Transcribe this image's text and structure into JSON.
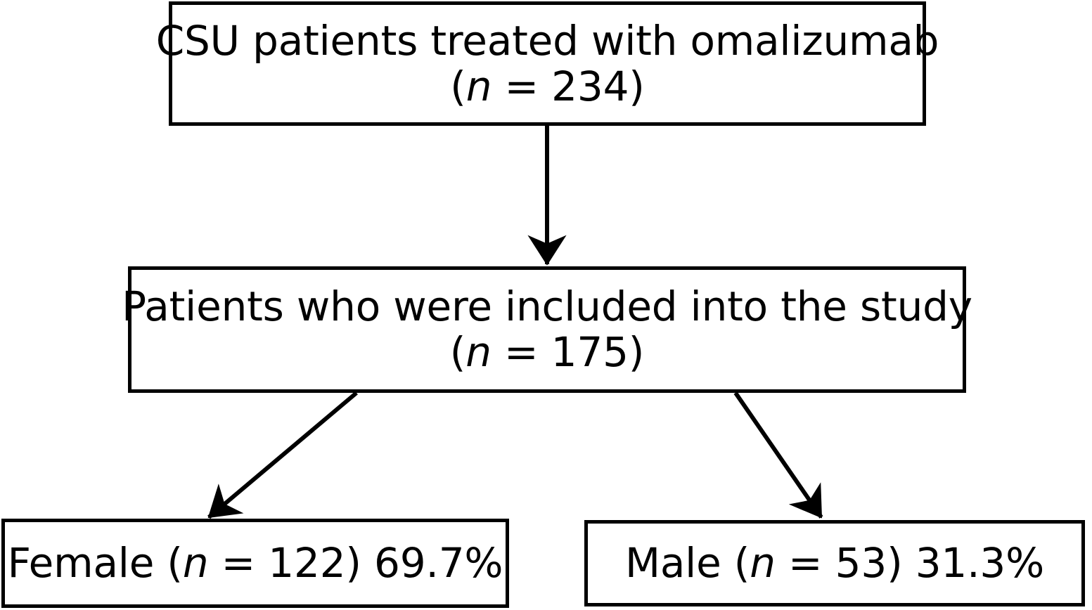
{
  "diagram": {
    "type": "flowchart",
    "orientation": "top-to-bottom",
    "background_color": "#ffffff",
    "line_color": "#000000",
    "nodes": {
      "cohort": {
        "line1": "CSU patients treated with omalizumab",
        "line2_prefix": "(",
        "line2_var": "n",
        "line2_suffix": " = 234)"
      },
      "included": {
        "line1": "Patients who were included into the study",
        "line2_prefix": "(",
        "line2_var": "n",
        "line2_suffix": " = 175)"
      },
      "female": {
        "line1_prefix": "Female (",
        "line1_var": "n",
        "line1_suffix": " = 122) 69.7%"
      },
      "male": {
        "line1_prefix": "Male (",
        "line1_var": "n",
        "line1_suffix": " = 53) 31.3%"
      }
    },
    "edges": [
      {
        "name": "cohort-to-included",
        "from": "cohort",
        "to": "included",
        "style": "solid-arrow"
      },
      {
        "name": "included-to-female",
        "from": "included",
        "to": "female",
        "style": "solid-arrow"
      },
      {
        "name": "included-to-male",
        "from": "included",
        "to": "male",
        "style": "solid-arrow"
      }
    ]
  },
  "chart_data": {
    "type": "table",
    "title": "Study population flow",
    "categories": [
      "Treated with omalizumab",
      "Included into the study",
      "Female",
      "Male"
    ],
    "values": [
      234,
      175,
      122,
      53
    ],
    "percentages": [
      null,
      null,
      69.7,
      31.3
    ]
  }
}
